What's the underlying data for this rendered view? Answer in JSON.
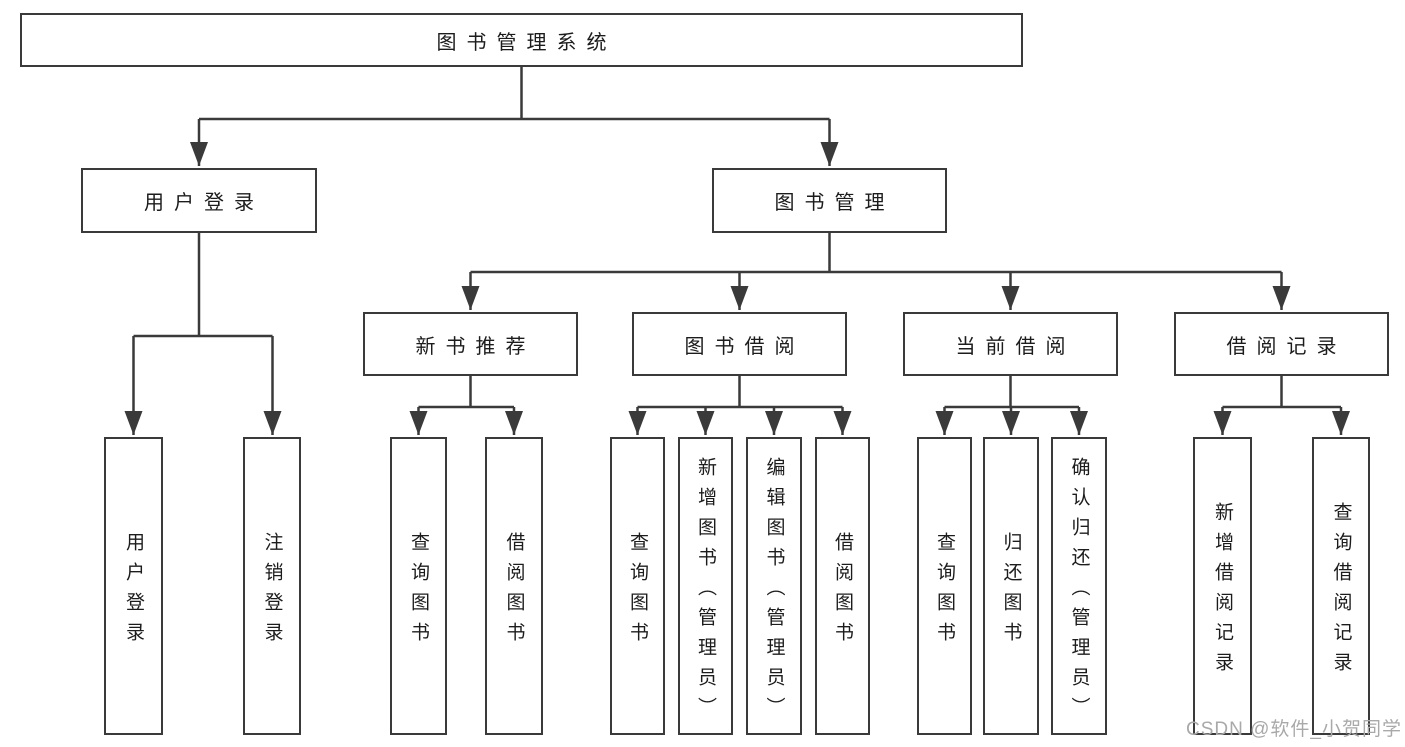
{
  "diagram": {
    "root": "图书管理系统",
    "branches": {
      "user_login": {
        "label": "用户登录",
        "children": [
          "用户登录",
          "注销登录"
        ]
      },
      "book_mgmt": {
        "label": "图书管理",
        "sections": {
          "new_book_rec": {
            "label": "新书推荐",
            "children": [
              "查询图书",
              "借阅图书"
            ]
          },
          "book_borrow": {
            "label": "图书借阅",
            "children": [
              "查询图书",
              "新增图书（管理员）",
              "编辑图书（管理员）",
              "借阅图书"
            ]
          },
          "current_borrow": {
            "label": "当前借阅",
            "children": [
              "查询图书",
              "归还图书",
              "确认归还（管理员）"
            ]
          },
          "borrow_records": {
            "label": "借阅记录",
            "children": [
              "新增借阅记录",
              "查询借阅记录"
            ]
          }
        }
      }
    }
  },
  "watermark": "CSDN @软件_小贺同学",
  "colors": {
    "line": "#3a3a3a",
    "text": "#1c1c1c",
    "watermark": "#a9a9a9",
    "background": "#ffffff"
  }
}
